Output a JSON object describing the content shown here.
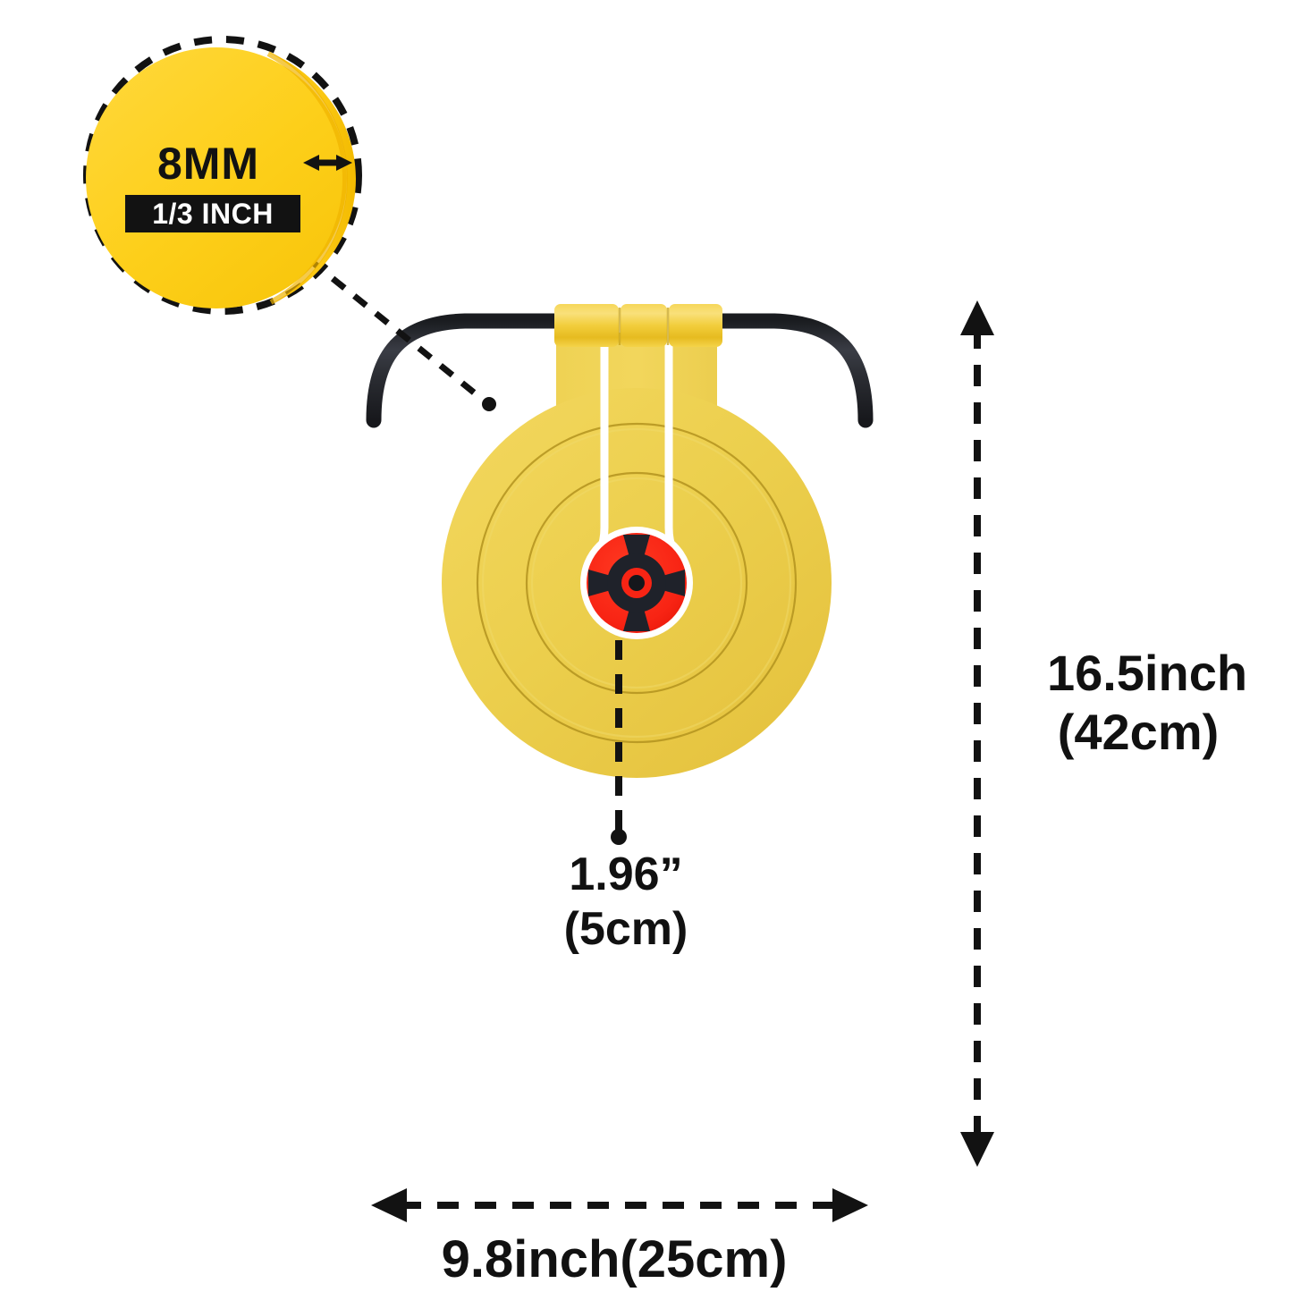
{
  "page": {
    "title": "Resetting Spinner Target Dimension Diagram",
    "background_color": "#ffffff"
  },
  "colors": {
    "plate_yellow": "#efd04f",
    "plate_yellow_dark": "#e2c144",
    "callout_yellow": "#fdcf1a",
    "callout_yellow_shadow": "#f0b400",
    "hinge_gold": "#f0cb37",
    "rod_black": "#2b2d33",
    "bullseye_red": "#f82414",
    "bullseye_black": "#1f222a",
    "ring_line": "#a88a1e",
    "text_black": "#111111",
    "label_bar_black": "#121212",
    "label_text_white": "#ffffff"
  },
  "callout": {
    "name": "plate-thickness-callout",
    "primary_label": "8MM",
    "secondary_label": "1/3 INCH",
    "thickness_arrow": "double-headed-arrow",
    "leader_style": "dashed"
  },
  "dimensions": {
    "height": {
      "name": "overall-height",
      "value_imperial": "16.5inch",
      "value_metric": "(42cm)",
      "orientation": "vertical",
      "arrow": "double-headed-dashed-vertical"
    },
    "width": {
      "name": "overall-width",
      "value_combined": "9.8inch(25cm)",
      "orientation": "horizontal",
      "arrow": "double-headed-dashed-horizontal"
    },
    "target_face": {
      "name": "bullseye-diameter",
      "value_imperial": "1.96”",
      "value_metric": "(5cm)",
      "leader": "dashed-vertical-with-dot"
    }
  },
  "product": {
    "name": "resetting-spinner-target",
    "parts": [
      {
        "id": "stand-frame",
        "label": "Stand Frame",
        "color": "#2b2d33"
      },
      {
        "id": "hinge-barrel",
        "label": "Hinge Barrel",
        "color": "#f0cb37",
        "segments": 3
      },
      {
        "id": "target-plate",
        "label": "Target Plate",
        "color": "#efd04f",
        "rings": 3
      },
      {
        "id": "bullseye",
        "label": "Bullseye",
        "color": "#f82414",
        "wedges": 4
      }
    ]
  }
}
